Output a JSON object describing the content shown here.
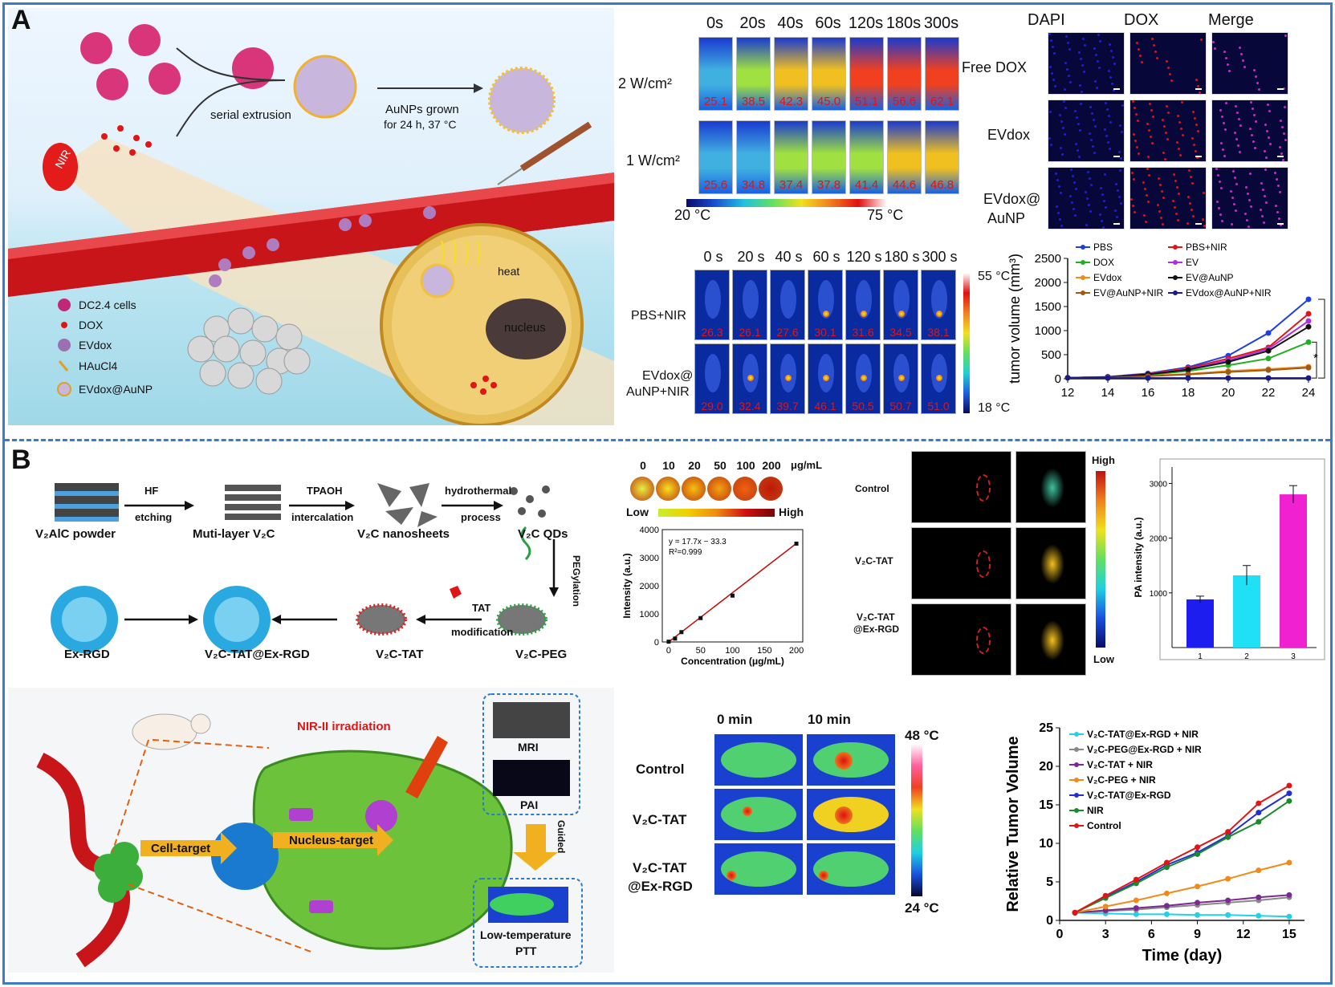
{
  "panelA": {
    "letter": "A",
    "schematic": {
      "serial_extrusion": "serial extrusion",
      "aunps_grown_line1": "AuNPs grown",
      "aunps_grown_line2": "for 24 h, 37 °C",
      "nir": "NIR",
      "heat": "heat",
      "nucleus": "nucleus",
      "legend": [
        {
          "label": "DC2.4 cells",
          "color": "#c0287a"
        },
        {
          "label": "DOX",
          "color": "#e01515"
        },
        {
          "label": "EVdox",
          "color": "#9b6fb0"
        },
        {
          "label": "HAuCl4",
          "color": "#e0a020"
        },
        {
          "label": "EVdox@AuNP",
          "color": "#7b4f9c"
        }
      ]
    },
    "thermal_tubes": {
      "times": [
        "0s",
        "20s",
        "40s",
        "60s",
        "120s",
        "180s",
        "300s"
      ],
      "rows": [
        {
          "label": "2 W/cm²",
          "temps": [
            "25.1",
            "38.5",
            "42.3",
            "45.0",
            "51.1",
            "56.6",
            "62.1"
          ]
        },
        {
          "label": "1 W/cm²",
          "temps": [
            "25.6",
            "34.8",
            "37.4",
            "37.8",
            "41.4",
            "44.6",
            "46.8"
          ]
        }
      ],
      "scale_min": "20 °C",
      "scale_max": "75 °C"
    },
    "fluorescence": {
      "columns": [
        "DAPI",
        "DOX",
        "Merge"
      ],
      "rows": [
        "Free DOX",
        "EVdox",
        "EVdox@",
        "AuNP"
      ]
    },
    "thermal_mice": {
      "times": [
        "0 s",
        "20 s",
        "40 s",
        "60 s",
        "120 s",
        "180 s",
        "300 s"
      ],
      "rows": [
        {
          "label_line1": "PBS+NIR",
          "label_line2": "",
          "temps": [
            "26.3",
            "26.1",
            "27.6",
            "30.1",
            "31.6",
            "34.5",
            "38.1"
          ]
        },
        {
          "label_line1": "EVdox@",
          "label_line2": "AuNP+NIR",
          "temps": [
            "29.0",
            "32.4",
            "39.7",
            "46.1",
            "50.5",
            "50.7",
            "51.0"
          ]
        }
      ],
      "scale_max": "55 °C",
      "scale_min": "18 °C"
    }
  },
  "panelB": {
    "letter": "B",
    "synthesis": {
      "step1": "V₂AlC powder",
      "arrow1_top": "HF",
      "arrow1_bottom": "etching",
      "step2": "Muti-layer V₂C",
      "arrow2_top": "TPAOH",
      "arrow2_bottom": "intercalation",
      "step3": "V₂C nanosheets",
      "arrow3_top": "hydrothermal",
      "arrow3_bottom": "process",
      "step4": "V₂C QDs",
      "pegylation": "PEGylation",
      "step5": "V₂C-PEG",
      "tat": "TAT",
      "modification": "modification",
      "step6": "V₂C-TAT",
      "step7": "V₂C-TAT@Ex-RGD",
      "step8": "Ex-RGD"
    },
    "mechanism": {
      "nir2": "NIR-II irradiation",
      "cell_target": "Cell-target",
      "nucleus_target": "Nucleus-target",
      "mri": "MRI",
      "pai": "PAI",
      "guided": "Guided",
      "ptt_line1": "Low-temperature",
      "ptt_line2": "PTT"
    },
    "pa_calibration": {
      "concentrations": [
        "0",
        "10",
        "20",
        "50",
        "100",
        "200"
      ],
      "unit": "μg/mL",
      "low": "Low",
      "high": "High"
    },
    "pa_images": {
      "rows": [
        "Control",
        "V₂C-TAT",
        "V₂C-TAT",
        "@Ex-RGD"
      ],
      "high": "High",
      "low": "Low"
    },
    "thermal_mice_b": {
      "times": [
        "0 min",
        "10 min"
      ],
      "rows": [
        "Control",
        "V₂C-TAT",
        "V₂C-TAT",
        "@Ex-RGD"
      ],
      "scale_max": "48 °C",
      "scale_min": "24 °C"
    }
  },
  "chart_data": [
    {
      "type": "line",
      "ylabel": "tumor volume (mm³)",
      "x": [
        12,
        14,
        16,
        18,
        20,
        22,
        24
      ],
      "ylim": [
        0,
        2500
      ],
      "xticks": [
        "12",
        "14",
        "16",
        "18",
        "20",
        "22",
        "24"
      ],
      "yticks": [
        "0",
        "500",
        "1000",
        "1500",
        "2000",
        "2500"
      ],
      "significance": [
        "*",
        "**"
      ],
      "series": [
        {
          "name": "PBS",
          "color": "#1f3fe0",
          "values": [
            20,
            40,
            110,
            240,
            480,
            950,
            1650
          ]
        },
        {
          "name": "PBS+NIR",
          "color": "#e01515",
          "values": [
            20,
            35,
            100,
            220,
            420,
            650,
            1350
          ]
        },
        {
          "name": "DOX",
          "color": "#22b020",
          "values": [
            20,
            30,
            80,
            160,
            280,
            420,
            760
          ]
        },
        {
          "name": "EV",
          "color": "#b030e0",
          "values": [
            20,
            35,
            95,
            200,
            380,
            620,
            1200
          ]
        },
        {
          "name": "EVdox",
          "color": "#f08a1a",
          "values": [
            20,
            25,
            60,
            100,
            160,
            200,
            250
          ]
        },
        {
          "name": "EV@AuNP",
          "color": "#111111",
          "values": [
            20,
            35,
            90,
            190,
            350,
            580,
            1080
          ]
        },
        {
          "name": "EV@AuNP+NIR",
          "color": "#a05a10",
          "values": [
            20,
            25,
            55,
            90,
            140,
            180,
            230
          ]
        },
        {
          "name": "EVdox@AuNP+NIR",
          "color": "#1a1a8a",
          "values": [
            20,
            15,
            15,
            15,
            15,
            15,
            15
          ]
        }
      ]
    },
    {
      "type": "scatter",
      "xlabel": "Concentration (μg/mL)",
      "ylabel": "Intensity (a.u.)",
      "equation": "y = 17.7x − 33.3",
      "r2": "R²=0.999",
      "x": [
        0,
        10,
        20,
        50,
        100,
        200
      ],
      "y": [
        10,
        120,
        350,
        850,
        1650,
        3500
      ],
      "xlim": [
        -10,
        210
      ],
      "ylim": [
        0,
        4000
      ],
      "xticks": [
        "0",
        "50",
        "100",
        "150",
        "200"
      ],
      "yticks": [
        "0",
        "1000",
        "2000",
        "3000",
        "4000"
      ]
    },
    {
      "type": "bar",
      "ylabel": "PA intensity (a.u.)",
      "categories": [
        "1",
        "2",
        "3"
      ],
      "values": [
        880,
        1320,
        2800
      ],
      "errors": [
        60,
        180,
        160
      ],
      "colors": [
        "#1d1df0",
        "#1fe0f5",
        "#f021d0"
      ],
      "ylim": [
        0,
        3300
      ],
      "yticks": [
        "1000",
        "2000",
        "3000"
      ]
    },
    {
      "type": "line",
      "xlabel": "Time (day)",
      "ylabel": "Relative Tumor Volume",
      "x": [
        1,
        3,
        5,
        7,
        9,
        11,
        13,
        15
      ],
      "xlim": [
        0,
        16
      ],
      "ylim": [
        0,
        25
      ],
      "xticks": [
        "0",
        "3",
        "6",
        "9",
        "12",
        "15"
      ],
      "yticks": [
        "0",
        "5",
        "10",
        "15",
        "20",
        "25"
      ],
      "series": [
        {
          "name": "V₂C-TAT@Ex-RGD + NIR",
          "color": "#22d0e8",
          "values": [
            1,
            0.9,
            0.8,
            0.8,
            0.7,
            0.7,
            0.6,
            0.5
          ]
        },
        {
          "name": "V₂C-PEG@Ex-RGD + NIR",
          "color": "#888888",
          "values": [
            1,
            1.2,
            1.4,
            1.7,
            2.0,
            2.3,
            2.6,
            3.0
          ]
        },
        {
          "name": "V₂C-TAT + NIR",
          "color": "#7a2a90",
          "values": [
            1,
            1.3,
            1.6,
            1.9,
            2.3,
            2.6,
            3.0,
            3.3
          ]
        },
        {
          "name": "V₂C-PEG + NIR",
          "color": "#f08a1a",
          "values": [
            1,
            1.8,
            2.6,
            3.5,
            4.4,
            5.4,
            6.5,
            7.5
          ]
        },
        {
          "name": "V₂C-TAT@Ex-RGD",
          "color": "#2030d0",
          "values": [
            1,
            3.0,
            5.0,
            7.2,
            8.8,
            11.0,
            14.0,
            16.5
          ]
        },
        {
          "name": "NIR",
          "color": "#1a8a2a",
          "values": [
            1,
            2.9,
            4.8,
            6.9,
            8.6,
            10.8,
            12.8,
            15.5
          ]
        },
        {
          "name": "Control",
          "color": "#e01515",
          "values": [
            1,
            3.2,
            5.3,
            7.5,
            9.5,
            11.5,
            15.2,
            17.5
          ]
        }
      ]
    }
  ]
}
